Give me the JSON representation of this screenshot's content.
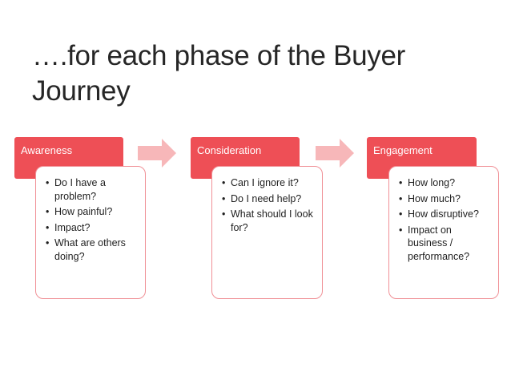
{
  "title": "….for each phase of the Buyer Journey",
  "phases": [
    {
      "name": "Awareness",
      "items": [
        "Do I have a problem?",
        "How painful?",
        "Impact?",
        "What are others doing?"
      ]
    },
    {
      "name": "Consideration",
      "items": [
        "Can I ignore it?",
        "Do I need help?",
        "What should I look for?"
      ]
    },
    {
      "name": "Engagement",
      "items": [
        "How long?",
        "How much?",
        "How disruptive?",
        "Impact on business / performance?"
      ]
    }
  ],
  "colors": {
    "header": "#ee4f56",
    "arrow": "#f7b7b9",
    "box_border": "#f09096",
    "title": "#262626"
  },
  "icons": {
    "bullet": "•",
    "connector": "right-arrow-icon"
  }
}
